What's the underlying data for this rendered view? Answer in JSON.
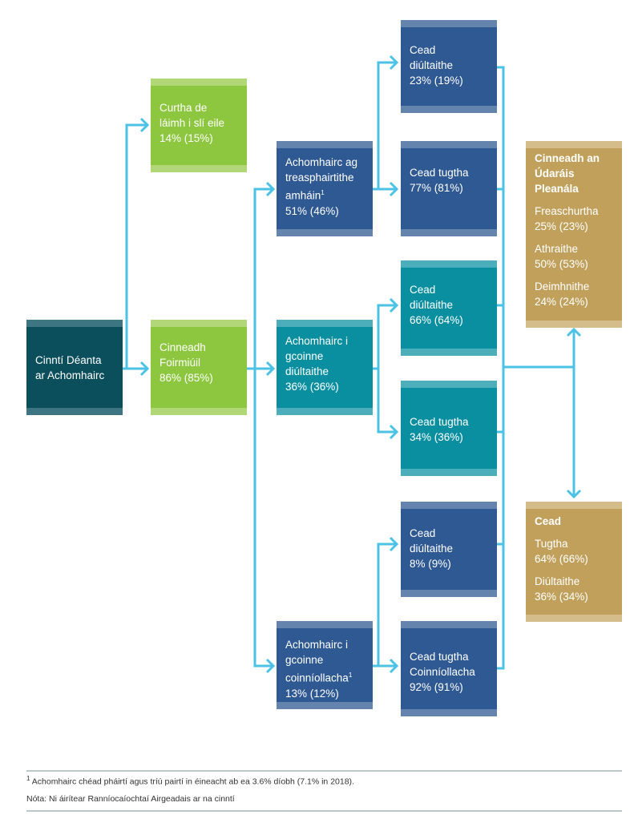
{
  "root": {
    "line1": "Cinntí Déanta",
    "line2": "ar Achomhairc"
  },
  "handed_off": {
    "text": "Curtha de\nláimh i slí eile\n14% (15%)"
  },
  "formal": {
    "text": "Cinneadh\nFoirmiúil\n86% (85%)"
  },
  "third_party": {
    "text": "Achomhairc ag\ntreasphairtithe\namháin",
    "sup": "1",
    "pct": "51% (46%)"
  },
  "against_refusal": {
    "text": "Achomhairc i\ngcoinne\ndiúltaithe\n36% (36%)"
  },
  "against_conditions": {
    "text": "Achomhairc i\ngcoinne\ncoinníollacha",
    "sup": "1",
    "pct": "13% (12%)"
  },
  "outcomes": {
    "tp_refused": "Cead\ndiúltaithe\n23% (19%)",
    "tp_granted": "Cead tugtha\n77% (81%)",
    "ar_refused": "Cead\ndiúltaithe\n66% (64%)",
    "ar_granted": "Cead tugtha\n34% (36%)",
    "ac_refused": "Cead\ndiúltaithe\n8% (9%)",
    "ac_granted": "Cead tugtha\nCoinníollacha\n92% (91%)"
  },
  "board_decision": {
    "title": "Cinneadh an\nÚdaráis\nPleanála",
    "items": [
      {
        "label": "Freaschurtha",
        "pct": "25% (23%)"
      },
      {
        "label": "Athraithe",
        "pct": "50% (53%)"
      },
      {
        "label": "Deimhnithe",
        "pct": "24% (24%)"
      }
    ]
  },
  "permission": {
    "title": "Cead",
    "items": [
      {
        "label": "Tugtha",
        "pct": "64% (66%)"
      },
      {
        "label": "Diúltaithe",
        "pct": "36% (34%)"
      }
    ]
  },
  "footnotes": {
    "note1_marker": "1",
    "note1": "Achomhairc chéad pháirtí agus tríú pairtí in éineacht ab ea 3.6% díobh (7.1% in 2018).",
    "note2": "Nóta: Ni áirítear Ranníocaíochtaí Airgeadais ar na cinntí"
  },
  "colors": {
    "connector": "#4cc3e6",
    "dark": "#0c4f5c",
    "green": "#8dc63f",
    "navy": "#2e5993",
    "teal": "#0a8fa1",
    "gold": "#c0a05a"
  }
}
